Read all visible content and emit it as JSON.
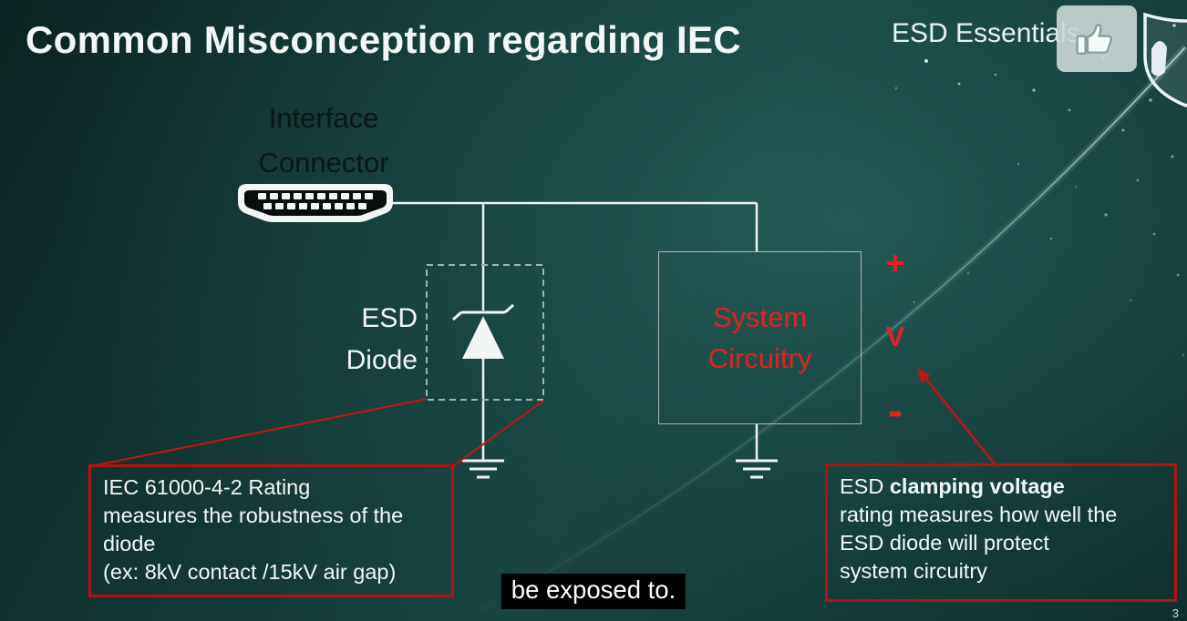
{
  "slide": {
    "title": "Common Misconception regarding IEC",
    "brand": "ESD Essentials",
    "page_number": "3",
    "caption": "be exposed to."
  },
  "diagram": {
    "connector_label": [
      "Interface",
      "Connector"
    ],
    "esd_diode_label": [
      "ESD",
      "Diode"
    ],
    "system_label": [
      "System",
      "Circuitry"
    ],
    "terminals": {
      "plus": "+",
      "v": "V",
      "minus": "-"
    }
  },
  "callouts": {
    "left": {
      "line1": "IEC 61000-4-2 Rating",
      "line2": "measures the robustness of the",
      "line3": "diode",
      "line4": "(ex: 8kV contact /15kV air gap)"
    },
    "right": {
      "line1_pre": "ESD ",
      "line1_bold": "clamping voltage",
      "line2": "rating measures how well the",
      "line3": "ESD diode will protect",
      "line4": "system circuitry"
    }
  },
  "icons": {
    "thumbs_up": "thumbs-up-icon",
    "shield": "shield-icon",
    "hdmi_connector": "hdmi-connector-icon"
  },
  "colors": {
    "accent_red": "#e32222",
    "callout_border": "#b31212",
    "arrow_red": "#c31616",
    "background_teal": "#143e3c",
    "text_light": "#f2f6f5",
    "text_dark": "#0c1514"
  }
}
